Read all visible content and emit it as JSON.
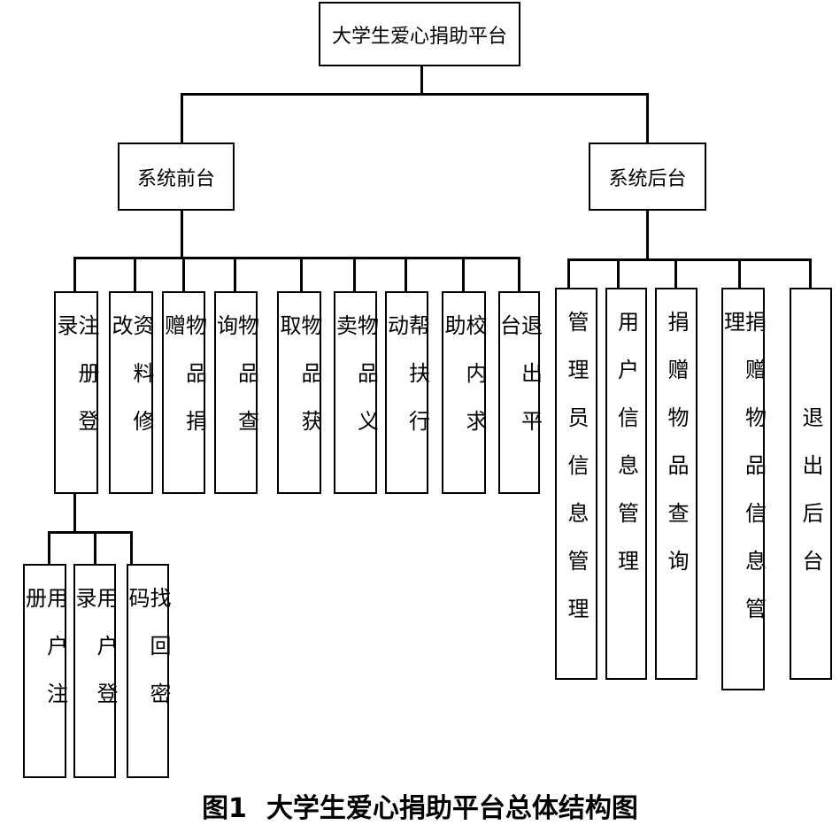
{
  "diagram": {
    "root": "大学生爱心捐助平台",
    "frontend": {
      "label": "系统前台",
      "children": [
        "注册登录",
        "资料修改",
        "物品捐赠",
        "物品查询",
        "物品获取",
        "物品义卖",
        "帮扶行动",
        "校内求助",
        "退出平台"
      ],
      "register_children": [
        "用户注册",
        "用户登录",
        "找回密码"
      ]
    },
    "backend": {
      "label": "系统后台",
      "children": [
        "管理员信息管理",
        "用户信息管理",
        "捐赠物品查询",
        "捐赠物品信息管理",
        "退出后台"
      ]
    }
  },
  "caption": {
    "figure_number": "图1",
    "title": "大学生爱心捐助平台总体结构图"
  }
}
